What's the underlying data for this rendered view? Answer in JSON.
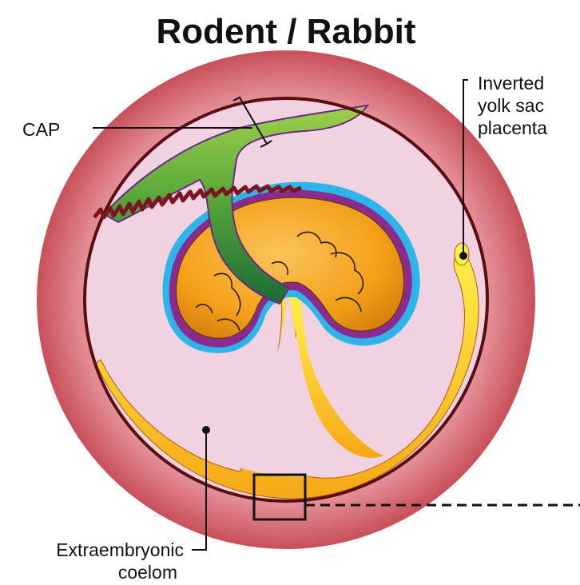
{
  "title": "Rodent / Rabbit",
  "labels": {
    "cap": "CAP",
    "inverted_yolk_sac_placenta": [
      "Inverted",
      "yolk sac",
      "placenta"
    ],
    "extraembryonic_coelom": [
      "Extraembryonic",
      "coelom"
    ]
  },
  "colors": {
    "decidua": "#c8505a",
    "coelom": "#f0d2e0",
    "embryo": "#f3a018",
    "amnion_outline": "#2bb5e8",
    "embryo_rim": "#8b2a8f",
    "placenta_green": "#2f8a3c",
    "yolk_sac": "#f7cf1a",
    "membrane": "#5a0d12"
  }
}
